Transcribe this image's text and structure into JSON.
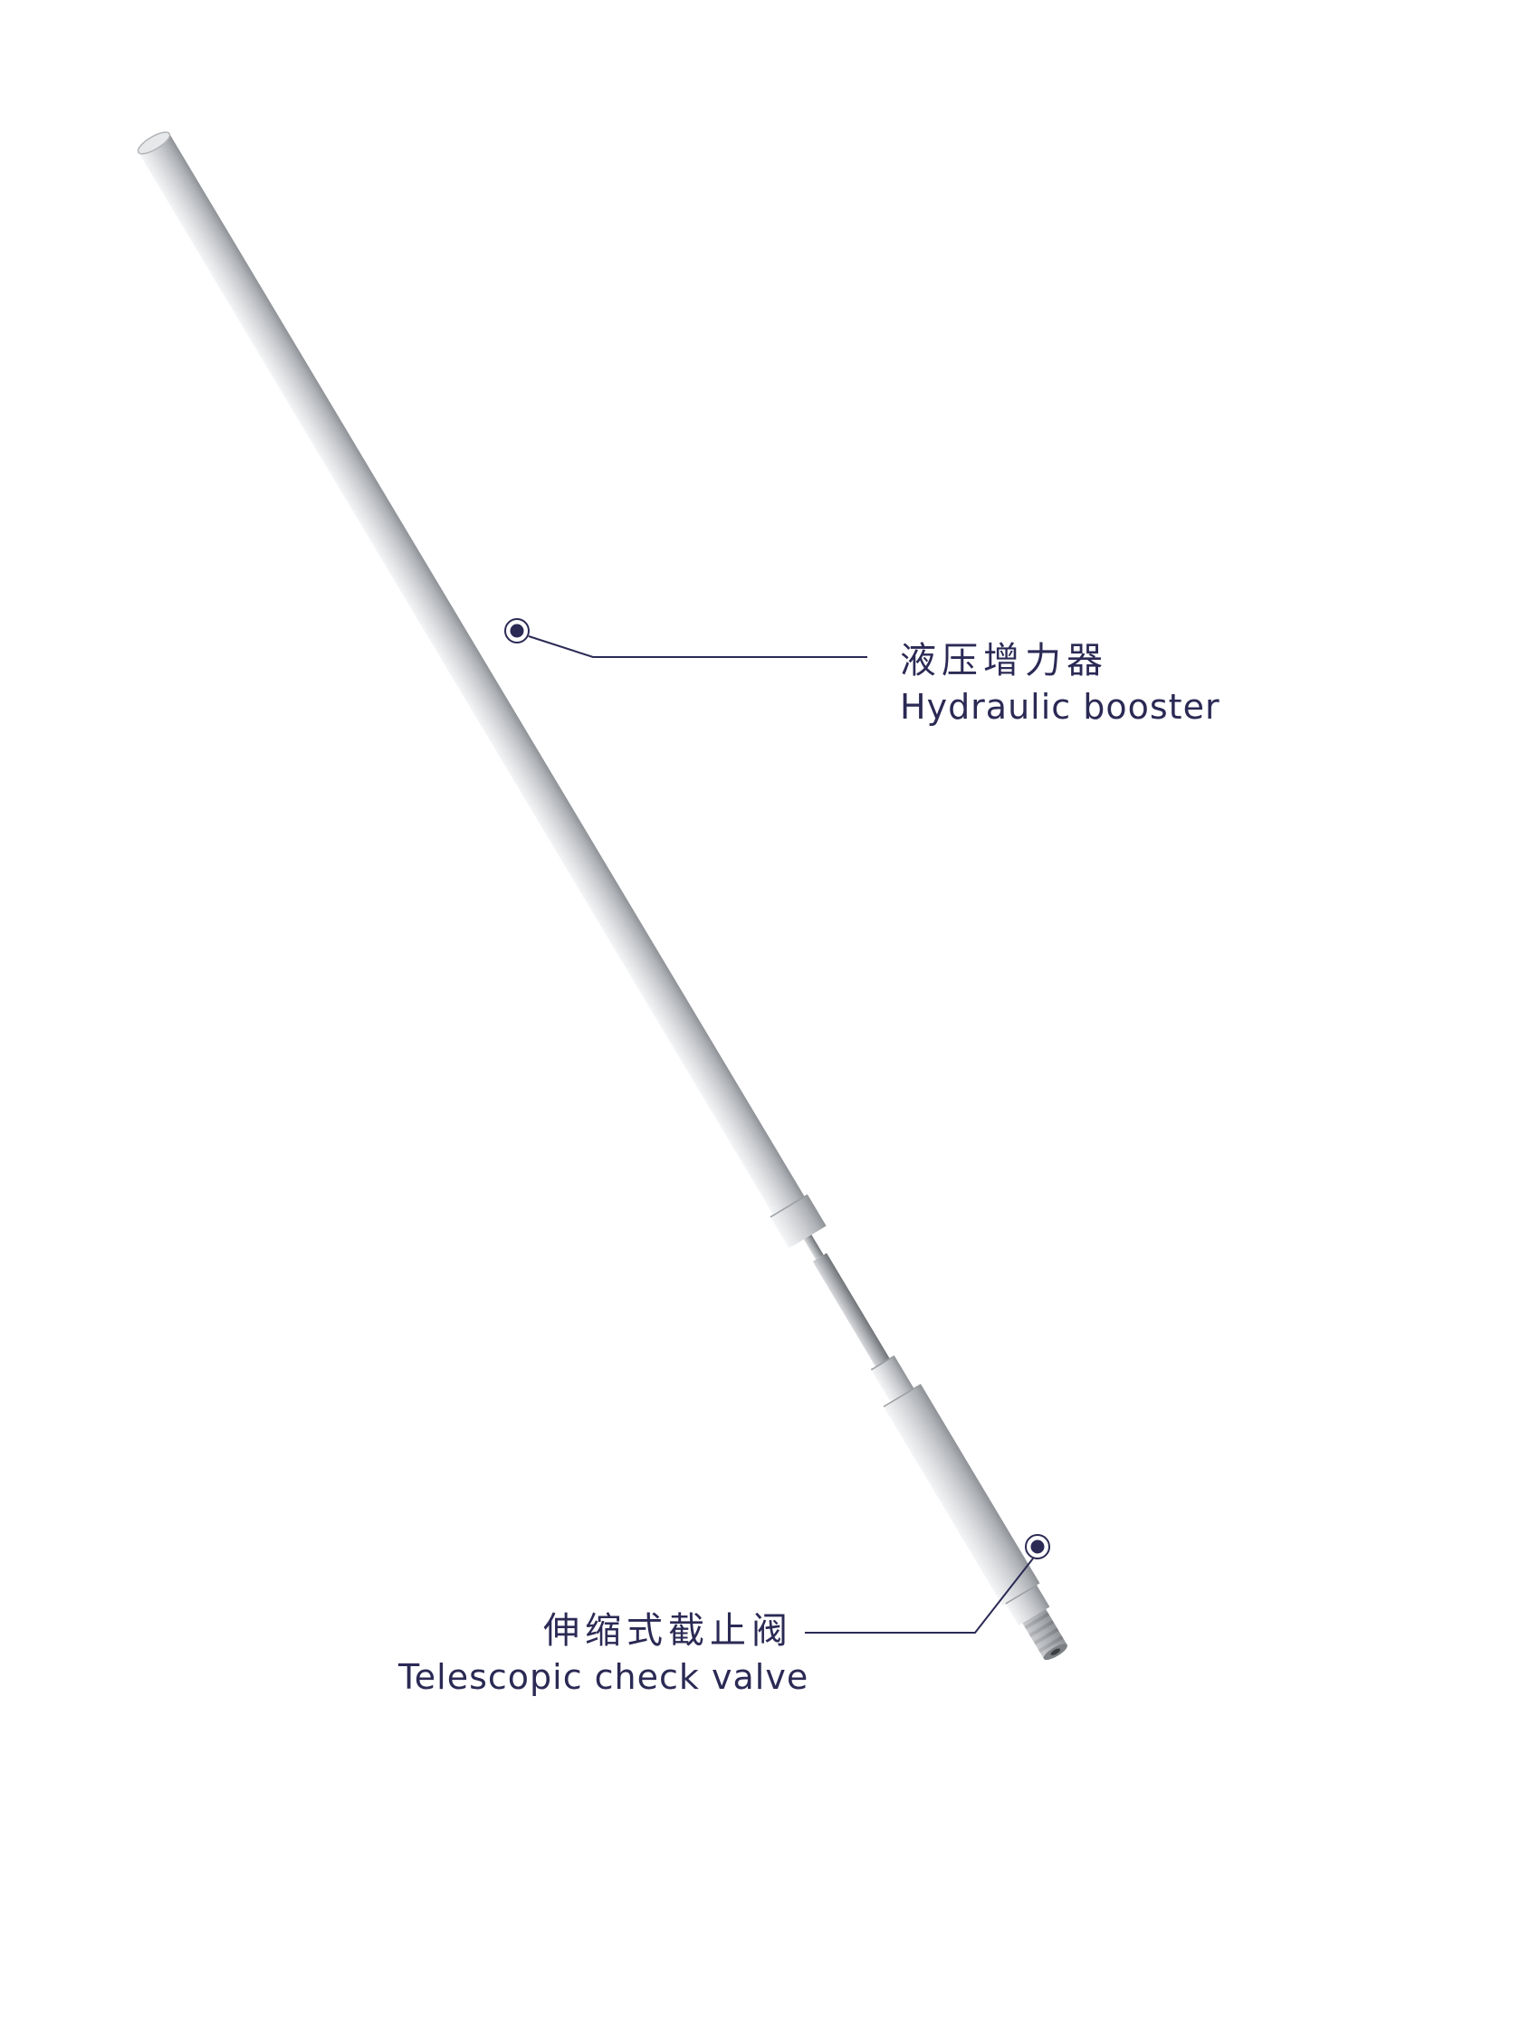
{
  "callouts": {
    "booster": {
      "label_cn": "液压增力器",
      "label_en": "Hydraulic booster"
    },
    "valve": {
      "label_cn": "伸缩式截止阀",
      "label_en": "Telescopic check valve"
    }
  },
  "colors": {
    "label_text": "#2b2a55",
    "leader_line": "#2b2a55",
    "marker_dot": "#2b2a55",
    "rod_light": "#e9eaec",
    "rod_mid": "#c7c9cd",
    "rod_dark": "#8e9196"
  }
}
